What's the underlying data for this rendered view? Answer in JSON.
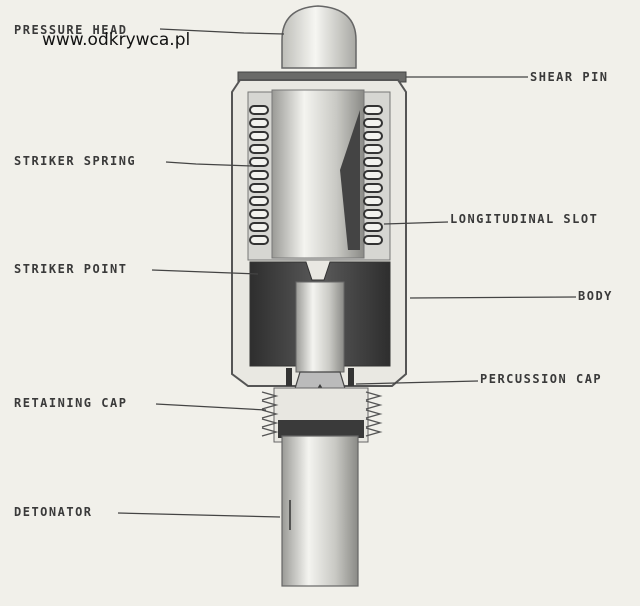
{
  "watermark": "www.odkrywca.pl",
  "labels": {
    "pressure_head": "PRESSURE HEAD",
    "shear_pin": "SHEAR PIN",
    "striker_spring": "STRIKER SPRING",
    "longitudinal_slot": "LONGITUDINAL SLOT",
    "striker_point": "STRIKER POINT",
    "body": "BODY",
    "percussion_cap": "PERCUSSION CAP",
    "retaining_cap": "RETAINING CAP",
    "detonator": "DETONATOR"
  },
  "colors": {
    "paper": "#f1f0ea",
    "outline": "#555555",
    "dark_fill": "#4a4a4a",
    "light_fill": "#d8d8d4",
    "label": "#3a3a3a"
  }
}
